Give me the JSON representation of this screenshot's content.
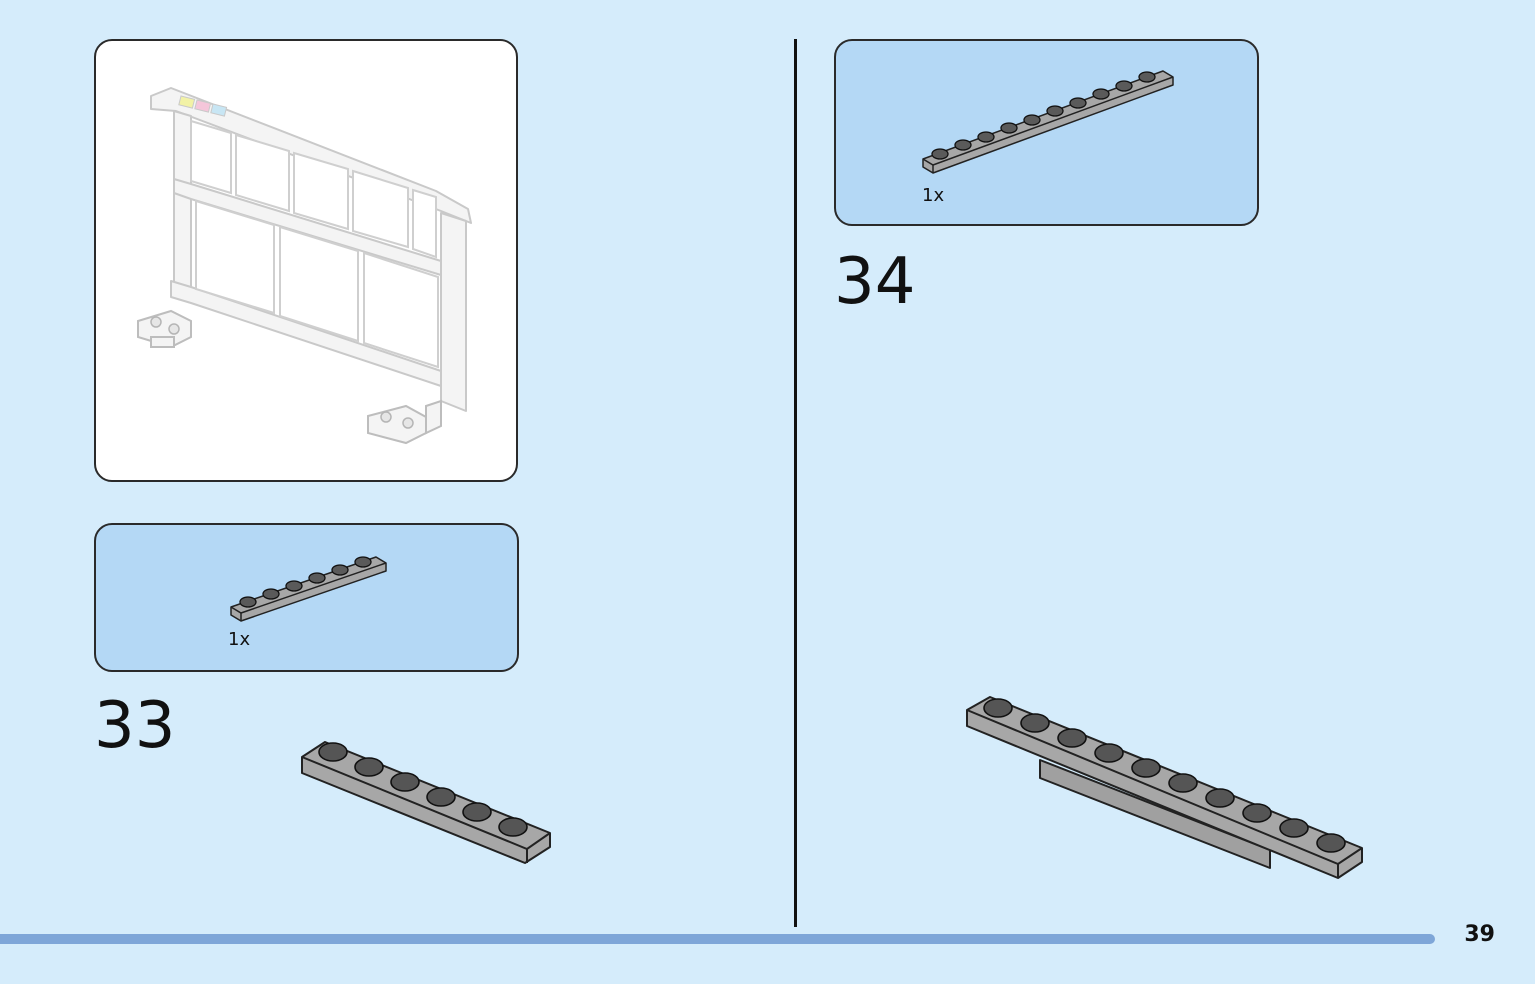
{
  "step33": {
    "number": "33",
    "part_quantity": "1x"
  },
  "step34": {
    "number": "34",
    "part_quantity": "1x"
  },
  "page": {
    "number": "39",
    "progress": 0.935
  },
  "colors": {
    "background": "#d5ecfb",
    "parts_panel": "#b4d8f5",
    "brick_gray": "#a7a7a7",
    "progress_bar": "#7ea6d8"
  },
  "icons": [
    "wall-frame-model-image",
    "plate-1x6-part-icon",
    "plate-1x10-part-icon",
    "plate-1x6-assembly-image",
    "plate-1x10-assembly-image"
  ]
}
